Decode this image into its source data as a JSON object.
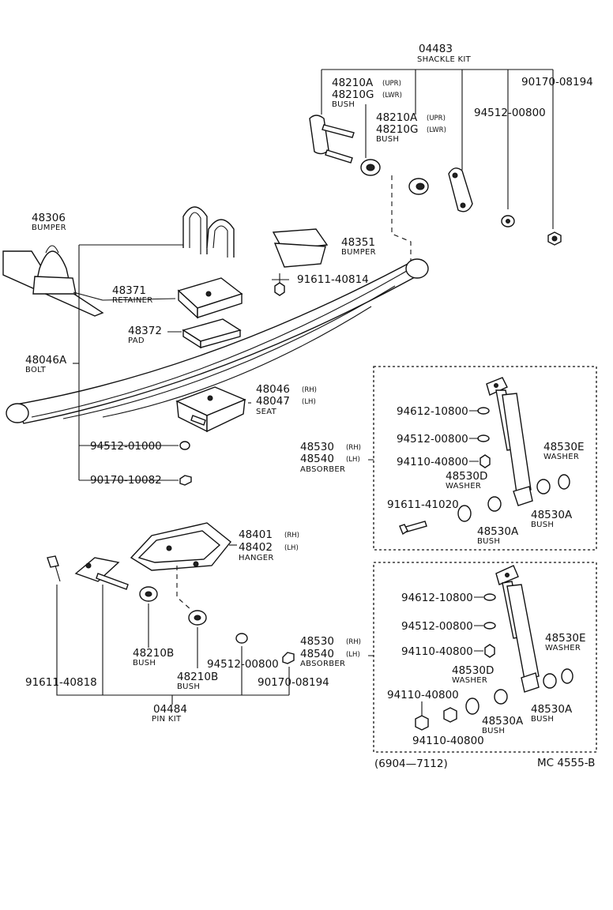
{
  "labels": {
    "shackle_kit_no": "04483",
    "shackle_kit_name": "SHACKLE KIT",
    "bush_upr_a": "48210A",
    "upr_a": "(UPR)",
    "bush_lwr_a": "48210G",
    "lwr_a": "(LWR)",
    "bush_name_a": "BUSH",
    "bush_upr_b": "48210A",
    "upr_b": "(UPR)",
    "bush_lwr_b": "48210G",
    "lwr_b": "(LWR)",
    "bush_name_b": "BUSH",
    "washer_94512_00800_top": "94512-00800",
    "nut_90170_08194_top": "90170-08194",
    "bumper_48306": "48306",
    "bumper_48306_name": "BUMPER",
    "bumper_48351": "48351",
    "bumper_48351_name": "BUMPER",
    "bolt_91611_40814": "91611-40814",
    "retainer_48371": "48371",
    "retainer_name": "RETAINER",
    "pad_48372": "48372",
    "pad_name": "PAD",
    "bolt_48046a": "48046A",
    "bolt_name": "BOLT",
    "seat_48046": "48046",
    "rh_seat": "(RH)",
    "seat_48047": "48047",
    "lh_seat": "(LH)",
    "seat_name": "SEAT",
    "washer_94512_01000": "94512-01000",
    "nut_90170_10082": "90170-10082",
    "hanger_48401": "48401",
    "rh_hanger": "(RH)",
    "hanger_48402": "48402",
    "lh_hanger": "(LH)",
    "hanger_name": "HANGER",
    "bolt_91611_40818": "91611-40818",
    "bush_48210b_1": "48210B",
    "bush_48210b_1_name": "BUSH",
    "bush_48210b_2": "48210B",
    "bush_48210b_2_name": "BUSH",
    "washer_94512_00800_mid": "94512-00800",
    "nut_90170_08194_mid": "90170-08194",
    "pin_kit_no": "04484",
    "pin_kit_name": "PIN KIT",
    "abs1_no_rh": "48530",
    "abs1_rh": "(RH)",
    "abs1_no_lh": "48540",
    "abs1_lh": "(LH)",
    "abs1_name": "ABSORBER",
    "abs1_94612_10800": "94612-10800",
    "abs1_94512_00800": "94512-00800",
    "abs1_94110_40800": "94110-40800",
    "abs1_48530d": "48530D",
    "abs1_48530d_name": "WASHER",
    "abs1_48530e": "48530E",
    "abs1_48530e_name": "WASHER",
    "abs1_91611_41020": "91611-41020",
    "abs1_48530a_1": "48530A",
    "abs1_48530a_1_name": "BUSH",
    "abs1_48530a_2": "48530A",
    "abs1_48530a_2_name": "BUSH",
    "abs2_no_rh": "48530",
    "abs2_rh": "(RH)",
    "abs2_no_lh": "48540",
    "abs2_lh": "(LH)",
    "abs2_name": "ABSORBER",
    "abs2_94612_10800": "94612-10800",
    "abs2_94512_00800": "94512-00800",
    "abs2_94110_40800": "94110-40800",
    "abs2_48530d": "48530D",
    "abs2_48530d_name": "WASHER",
    "abs2_48530e": "48530E",
    "abs2_48530e_name": "WASHER",
    "abs2_94110_40800_b": "94110-40800",
    "abs2_94110_40800_c": "94110-40800",
    "abs2_48530a_1": "48530A",
    "abs2_48530a_1_name": "BUSH",
    "abs2_48530a_2": "48530A",
    "abs2_48530a_2_name": "BUSH",
    "date_range": "(6904—7112)",
    "diagram_code": "MC 4555-B"
  }
}
